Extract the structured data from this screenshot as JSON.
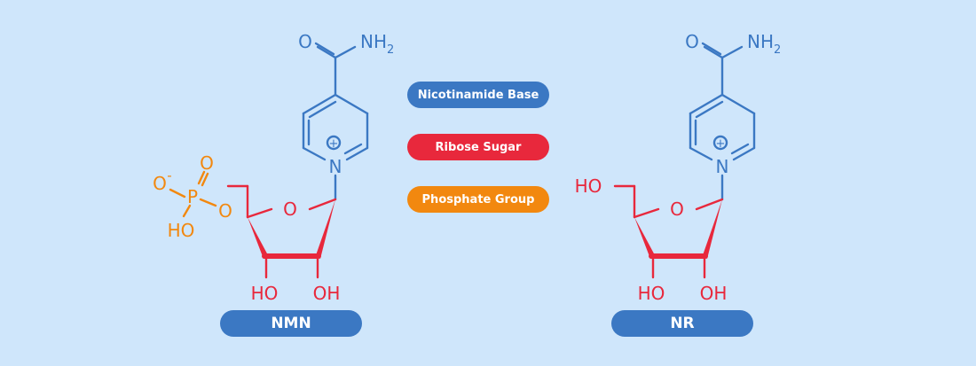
{
  "colors": {
    "background": "#cfe6fb",
    "base": "#3b78c3",
    "sugar": "#e8283c",
    "phosphate": "#f2880f"
  },
  "legend": [
    {
      "label": "Nicotinamide Base",
      "color": "#3b78c3"
    },
    {
      "label": "Ribose Sugar",
      "color": "#e8283c"
    },
    {
      "label": "Phosphate Group",
      "color": "#f2880f"
    }
  ],
  "molecules": {
    "nmn": {
      "name": "NMN",
      "amide_o": "O",
      "amide_nh2": "NH",
      "amide_sub": "2",
      "ring_n": "N",
      "ring_charge": "+",
      "ring_o": "O",
      "oh_left": "HO",
      "oh_right": "OH",
      "phosphate_p": "P",
      "phosphate_o_minus": "O",
      "phosphate_minus": "-",
      "phosphate_o_double": "O",
      "phosphate_o_bridge": "O",
      "phosphate_ho": "HO"
    },
    "nr": {
      "name": "NR",
      "amide_o": "O",
      "amide_nh2": "NH",
      "amide_sub": "2",
      "ring_n": "N",
      "ring_charge": "+",
      "ring_o": "O",
      "oh_left": "HO",
      "oh_right": "OH",
      "ch2_ho": "HO"
    }
  }
}
